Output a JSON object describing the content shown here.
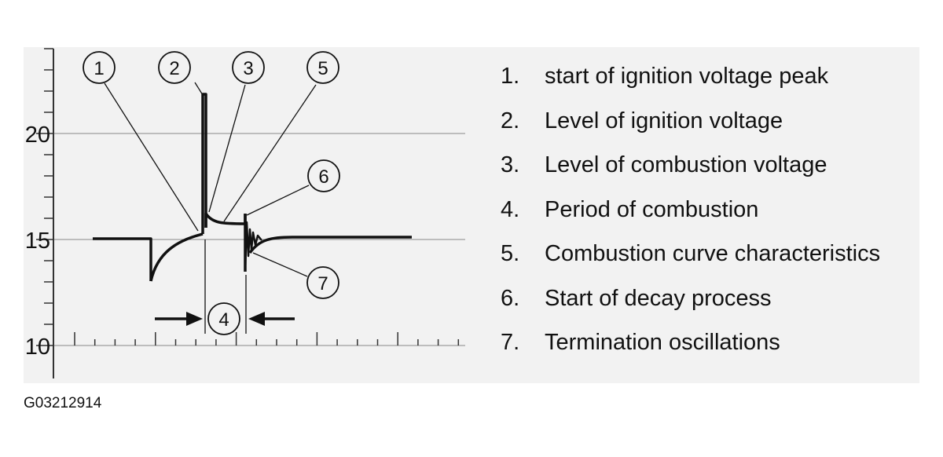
{
  "axis": {
    "y_tick_labels": [
      "20",
      "15",
      "10"
    ]
  },
  "callouts": [
    "1",
    "2",
    "3",
    "5",
    "6",
    "7",
    "4"
  ],
  "legend": [
    {
      "num": "1.",
      "text": "start of ignition voltage peak"
    },
    {
      "num": "2.",
      "text": "Level of ignition voltage"
    },
    {
      "num": "3.",
      "text": "Level of combustion voltage"
    },
    {
      "num": "4.",
      "text": "Period of combustion"
    },
    {
      "num": "5.",
      "text": "Combustion curve characteristics"
    },
    {
      "num": "6.",
      "text": "Start of decay process"
    },
    {
      "num": "7.",
      "text": "Termination oscillations"
    }
  ],
  "figure_code": "G03212914",
  "colors": {
    "panel_background": "#f2f2f2",
    "trace": "#111111",
    "gridline": "#888888"
  }
}
